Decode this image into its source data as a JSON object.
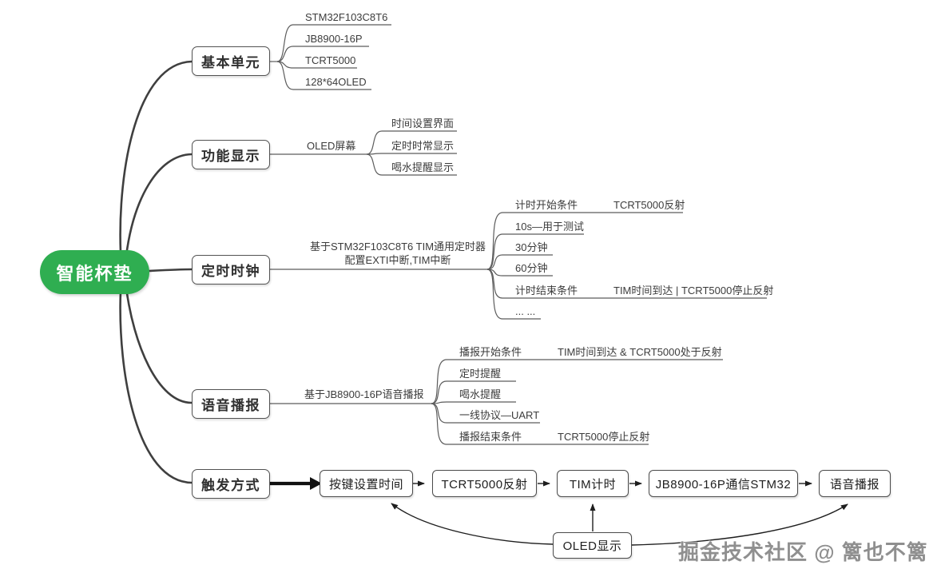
{
  "root": {
    "label": "智能杯垫"
  },
  "branches": {
    "basic_unit": {
      "label": "基本单元",
      "leaves": [
        "STM32F103C8T6",
        "JB8900-16P",
        "TCRT5000",
        "128*64OLED"
      ]
    },
    "display": {
      "label": "功能显示",
      "edge_label": "OLED屏幕",
      "leaves": [
        "时间设置界面",
        "定时时常显示",
        "喝水提醒显示"
      ]
    },
    "timer": {
      "label": "定时时钟",
      "edge_label_line1": "基于STM32F103C8T6  TIM通用定时器",
      "edge_label_line2": "配置EXTI中断,TIM中断",
      "leaves": [
        {
          "text": "计时开始条件",
          "annotation": "TCRT5000反射"
        },
        {
          "text": "10s—用于测试"
        },
        {
          "text": "30分钟"
        },
        {
          "text": "60分钟"
        },
        {
          "text": "计时结束条件",
          "annotation": "TIM时间到达 | TCRT5000停止反射"
        },
        {
          "text": "... ..."
        }
      ]
    },
    "voice": {
      "label": "语音播报",
      "edge_label": "基于JB8900-16P语音播报",
      "leaves": [
        {
          "text": "播报开始条件",
          "annotation": "TIM时间到达 & TCRT5000处于反射"
        },
        {
          "text": "定时提醒"
        },
        {
          "text": "喝水提醒"
        },
        {
          "text": "一线协议—UART"
        },
        {
          "text": "播报结束条件",
          "annotation": "TCRT5000停止反射"
        }
      ]
    },
    "trigger": {
      "label": "触发方式"
    }
  },
  "flow": {
    "steps": [
      "按键设置时间",
      "TCRT5000反射",
      "TIM计时",
      "JB8900-16P通信STM32",
      "语音播报"
    ],
    "feedback": "OLED显示"
  },
  "watermark": "掘金技术社区 @ 篱也不篱",
  "colors": {
    "root_fill": "#2fae51",
    "root_text": "#ffffff",
    "line": "#464646",
    "box_border": "#525252",
    "text": "#3c3c3c",
    "watermark": "#8f8f8f"
  }
}
